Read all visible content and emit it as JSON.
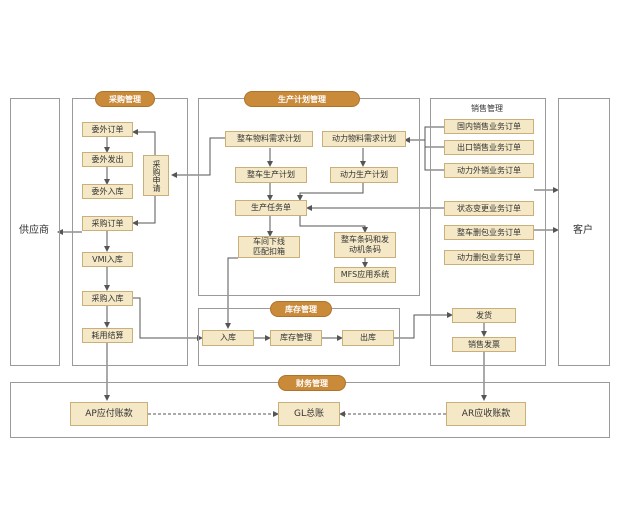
{
  "sections": {
    "procurement": "采购管理",
    "production": "生产计划管理",
    "sales": "销售管理",
    "inventory": "库存管理",
    "finance": "财务管理"
  },
  "external": {
    "supplier": "供应商",
    "customer": "客户"
  },
  "procurement_items": {
    "outsourcing_order": "委外订单",
    "outsourcing_dispatch": "委外发出",
    "outsourcing_inbound": "委外入库",
    "purchase_order": "采购订单",
    "vmi_inbound": "VMI入库",
    "purchase_inbound": "采购入库",
    "settlement": "耗用结算",
    "purchase_request": "采购申请"
  },
  "production_items": {
    "vehicle_material_plan": "整车物料需求计划",
    "power_material_plan": "动力物料需求计划",
    "vehicle_production_plan": "整车生产计划",
    "power_production_plan": "动力生产计划",
    "production_task": "生产任务单",
    "workshop_offline": "车间下线\n匹配扣箱",
    "barcode": "整车条码和发\n动机条码",
    "mfs": "MFS应用系统"
  },
  "sales_items": {
    "domestic_order": "国内销售业务订单",
    "export_order": "出口销售业务订单",
    "power_external_order": "动力外销业务订单",
    "status_change_order": "状态变更业务订单",
    "vehicle_contract_order": "整车删包业务订单",
    "power_contract_order": "动力删包业务订单",
    "shipping": "发货",
    "sales_shipping": "销售发票"
  },
  "inventory_items": {
    "inbound": "入库",
    "inventory_mgmt": "库存管理",
    "outbound": "出库"
  },
  "finance_items": {
    "ap": "AP应付账款",
    "gl": "GL总账",
    "ar": "AR应收账款"
  }
}
